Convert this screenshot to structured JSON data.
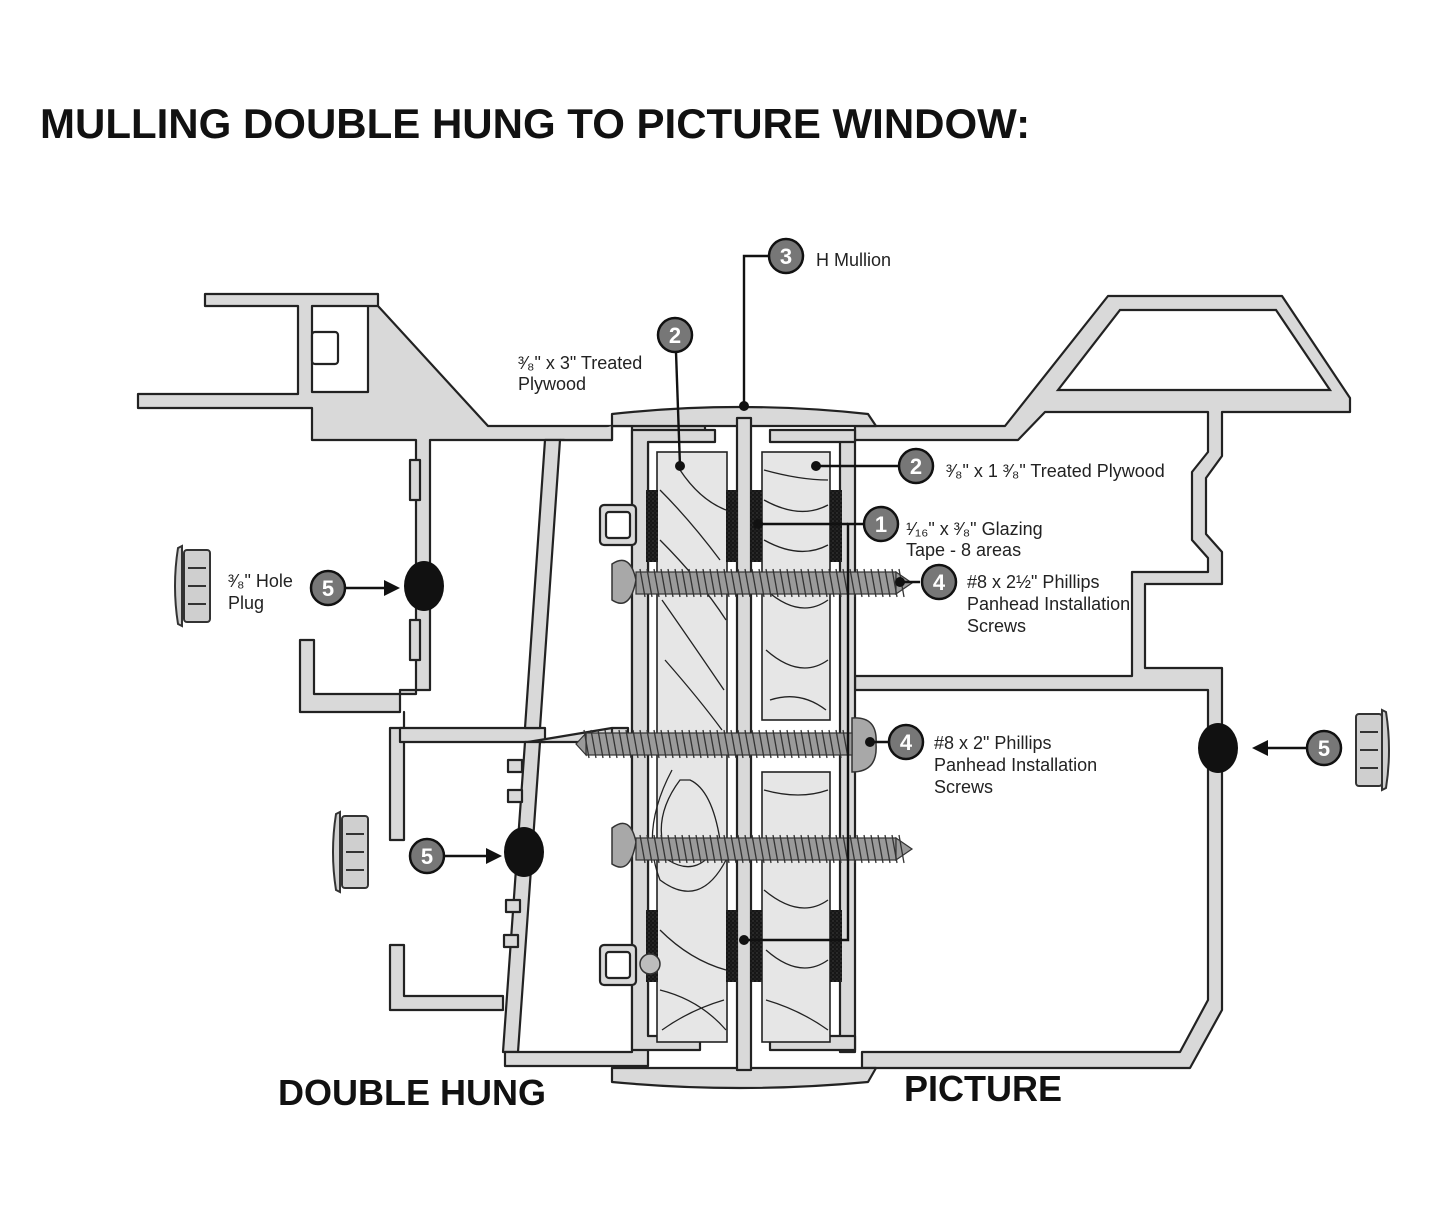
{
  "title": "MULLING DOUBLE HUNG TO PICTURE WINDOW:",
  "sections": {
    "left": "DOUBLE HUNG",
    "right": "PICTURE"
  },
  "callouts": [
    {
      "number": "3",
      "text": [
        "H Mullion"
      ]
    },
    {
      "number": "2",
      "text": [
        "³⁄₈\" x 3\" Treated",
        "Plywood"
      ]
    },
    {
      "number": "2",
      "text": [
        "³⁄₈\" x 1 ³⁄₈\" Treated Plywood"
      ]
    },
    {
      "number": "1",
      "text": [
        "¹⁄₁₆\" x ³⁄₈\" Glazing",
        "Tape - 8 areas"
      ]
    },
    {
      "number": "4",
      "text": [
        "#8 x 2½\" Phillips",
        "Panhead Installation",
        "Screws"
      ]
    },
    {
      "number": "4",
      "text": [
        "#8 x 2\" Phillips",
        "Panhead Installation",
        "Screws"
      ]
    },
    {
      "number": "5",
      "text": [
        "³⁄₈\" Hole",
        "Plug"
      ]
    },
    {
      "number": "5",
      "text": []
    },
    {
      "number": "5",
      "text": []
    }
  ]
}
